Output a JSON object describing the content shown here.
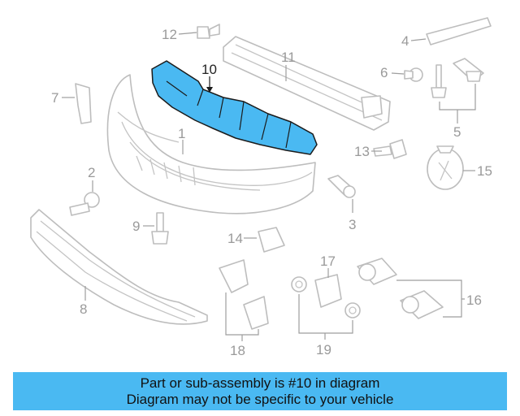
{
  "diagram": {
    "highlight_color": "#4ab9f2",
    "callouts": {
      "c1": "1",
      "c2": "2",
      "c3": "3",
      "c4": "4",
      "c5": "5",
      "c6": "6",
      "c7": "7",
      "c8": "8",
      "c9": "9",
      "c10": "10",
      "c11": "11",
      "c12": "12",
      "c13": "13",
      "c14": "14",
      "c15": "15",
      "c16": "16",
      "c17": "17",
      "c18": "18",
      "c19": "19"
    }
  },
  "banner": {
    "line1": "Part or sub-assembly is #10 in diagram",
    "line2": "Diagram may not be specific to your vehicle",
    "color": "#4ab9f2"
  }
}
